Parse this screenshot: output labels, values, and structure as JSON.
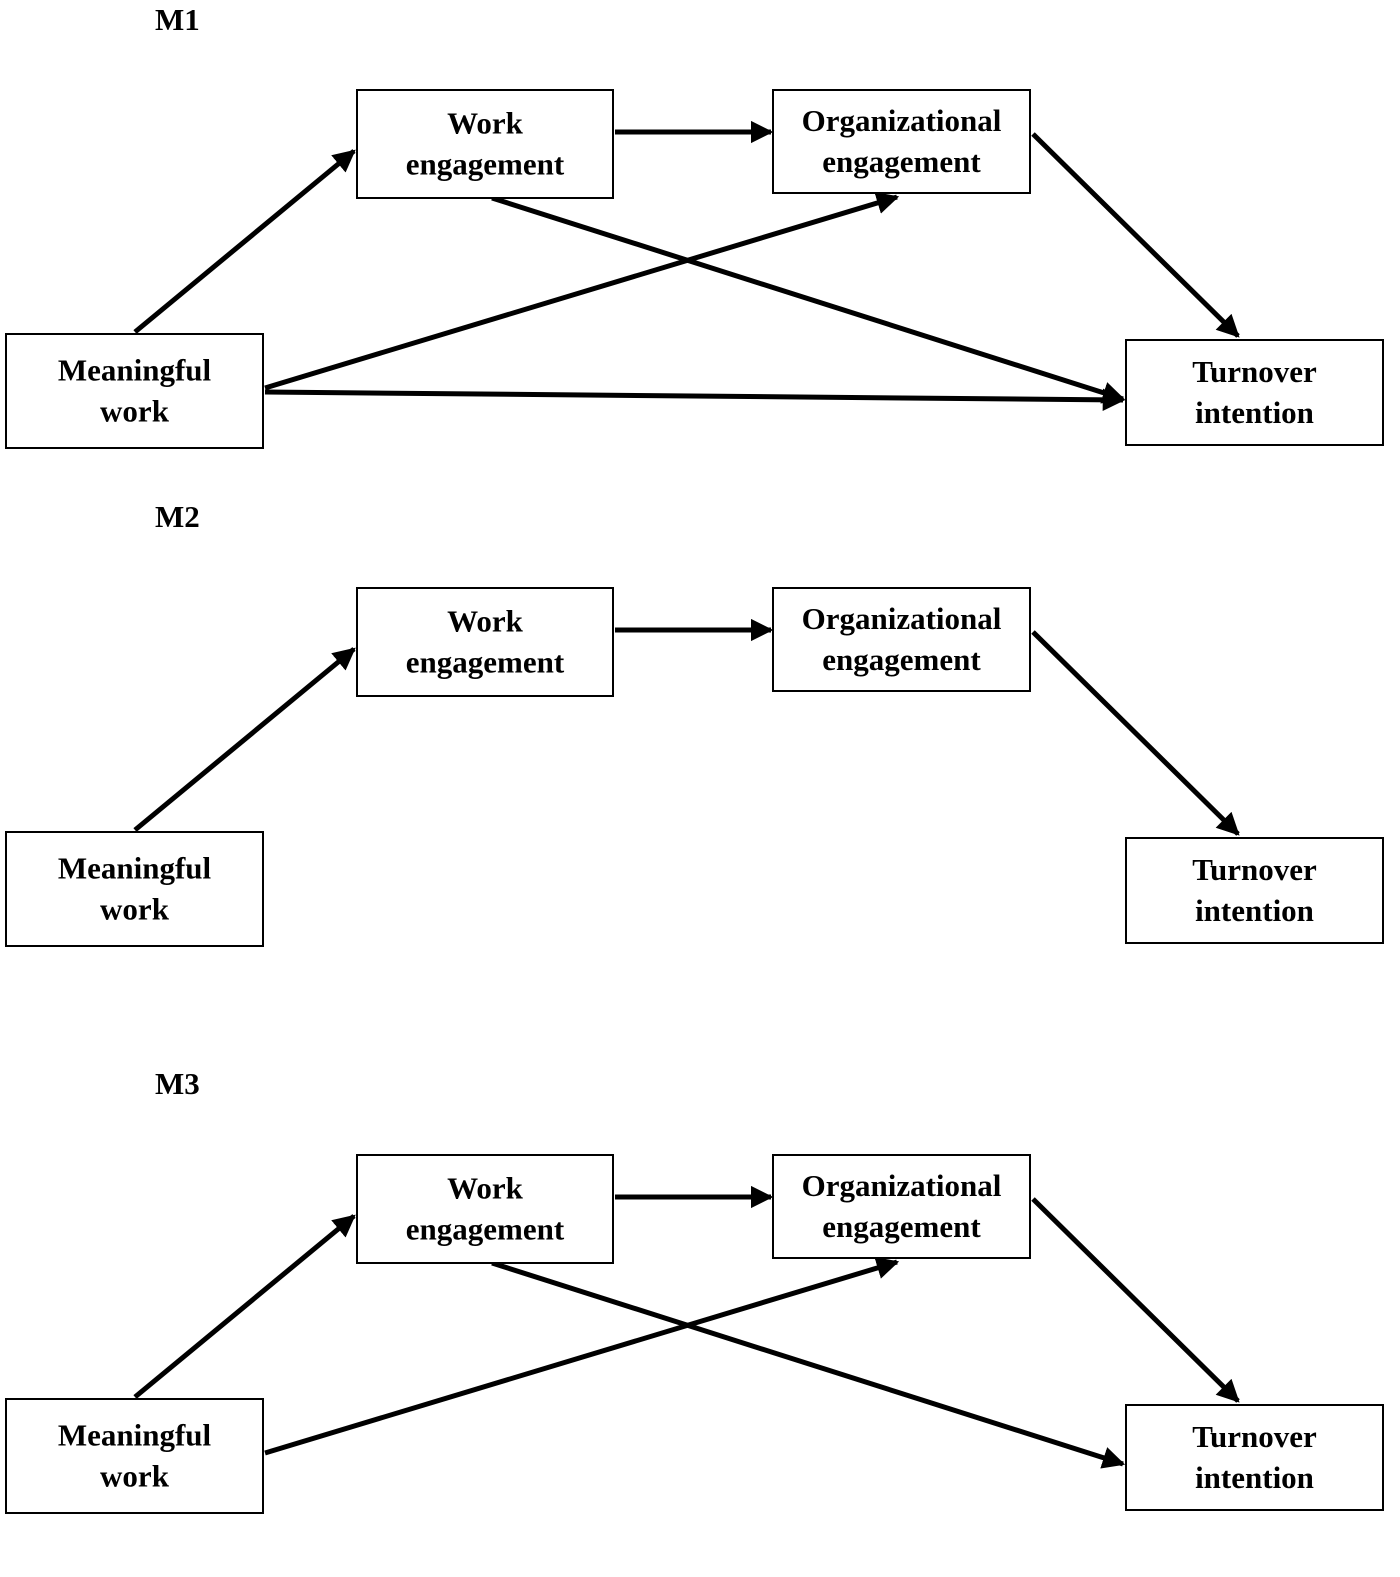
{
  "models": [
    {
      "label": "M1",
      "nodes": {
        "mw": [
          "Meaningful",
          "work"
        ],
        "we": [
          "Work",
          "engagement"
        ],
        "oe": [
          "Organizational",
          "engagement"
        ],
        "ti": [
          "Turnover",
          "intention"
        ]
      },
      "edges": [
        [
          "mw",
          "we"
        ],
        [
          "we",
          "oe"
        ],
        [
          "oe",
          "ti"
        ],
        [
          "we",
          "ti"
        ],
        [
          "mw",
          "oe"
        ],
        [
          "mw",
          "ti"
        ]
      ]
    },
    {
      "label": "M2",
      "nodes": {
        "mw": [
          "Meaningful",
          "work"
        ],
        "we": [
          "Work",
          "engagement"
        ],
        "oe": [
          "Organizational",
          "engagement"
        ],
        "ti": [
          "Turnover",
          "intention"
        ]
      },
      "edges": [
        [
          "mw",
          "we"
        ],
        [
          "we",
          "oe"
        ],
        [
          "oe",
          "ti"
        ]
      ]
    },
    {
      "label": "M3",
      "nodes": {
        "mw": [
          "Meaningful",
          "work"
        ],
        "we": [
          "Work",
          "engagement"
        ],
        "oe": [
          "Organizational",
          "engagement"
        ],
        "ti": [
          "Turnover",
          "intention"
        ]
      },
      "edges": [
        [
          "mw",
          "we"
        ],
        [
          "we",
          "oe"
        ],
        [
          "oe",
          "ti"
        ],
        [
          "we",
          "ti"
        ],
        [
          "mw",
          "oe"
        ]
      ]
    }
  ]
}
